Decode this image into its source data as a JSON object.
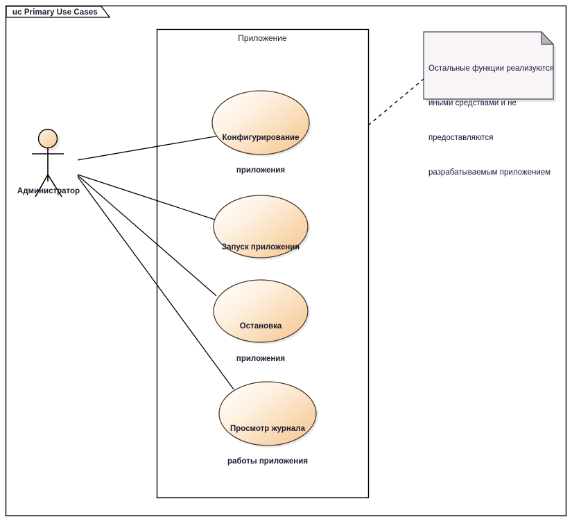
{
  "diagram": {
    "frame_title": "uc Primary Use Cases",
    "boundary_label": "Приложение",
    "actor": {
      "name": "Администратор",
      "icon": "actor-stick-figure-icon"
    },
    "use_cases": [
      {
        "id": "uc-configure",
        "line1": "Конфигурирование",
        "line2": "приложения"
      },
      {
        "id": "uc-start",
        "line1": "Запуск приложения",
        "line2": ""
      },
      {
        "id": "uc-stop",
        "line1": "Остановка",
        "line2": "приложения"
      },
      {
        "id": "uc-view-log",
        "line1": "Просмотр журнала",
        "line2": "работы приложения"
      }
    ],
    "note": {
      "line1": "Остальные функции реализуются",
      "line2": "иными средствами и не",
      "line3": "предоставляются",
      "line4": "разрабатываемым приложением"
    },
    "colors": {
      "ellipse_fill_light": "#fdf6ec",
      "ellipse_fill_dark": "#f7ceA0",
      "ellipse_stroke": "#5b4330",
      "note_fill": "#f9f4f8",
      "note_stroke": "#4a4a5a",
      "note_fold": "#b8b8b8",
      "line_stroke": "#000000",
      "frame_stroke": "#000000",
      "text": "#1a1a2e"
    }
  }
}
